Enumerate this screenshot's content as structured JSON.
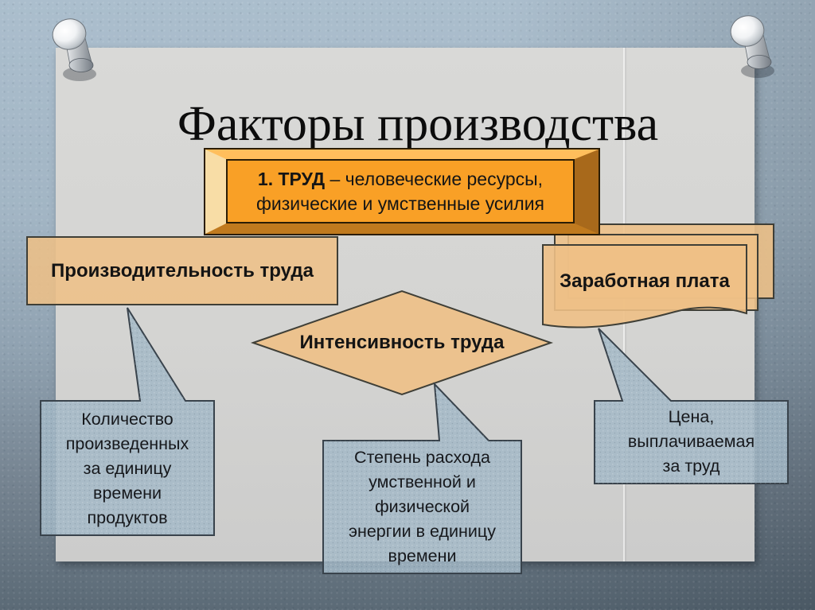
{
  "slide": {
    "title": "Факторы производства",
    "labor_box": {
      "term": "1. ТРУД",
      "definition_rest": " – человеческие ресурсы,",
      "definition_line2": "физические и умственные усилия"
    },
    "productivity_box": {
      "label": "Производительность труда"
    },
    "wage_document": {
      "label": "Заработная плата"
    },
    "intensity_diamond": {
      "label": "Интенсивность труда"
    },
    "callouts": {
      "productivity_note": {
        "text": "Количество\nпроизведенных\nза единицу\nвремени\nпродуктов"
      },
      "intensity_note": {
        "text": "Степень расхода\nумственной и\nфизической\nэнергии в единицу\nвремени"
      },
      "wage_note": {
        "text": "Цена,\nвыплачиваемая\nза труд"
      }
    }
  },
  "colors": {
    "bg-top": "#abbecd",
    "bg-bottom": "#5b6a76",
    "paper": "#d4d4d2",
    "orange-fill": "#f9a026",
    "orange-bevel-light": "#f8dda6",
    "orange-bevel-top": "#ffbe5c",
    "orange-bevel-right": "#a8691b",
    "orange-bevel-bottom": "#c07a1e",
    "tan-fill": "#eec086",
    "callout-fill": "#a3b8c7",
    "shape-border": "#3f3f37",
    "text": "#111111"
  }
}
